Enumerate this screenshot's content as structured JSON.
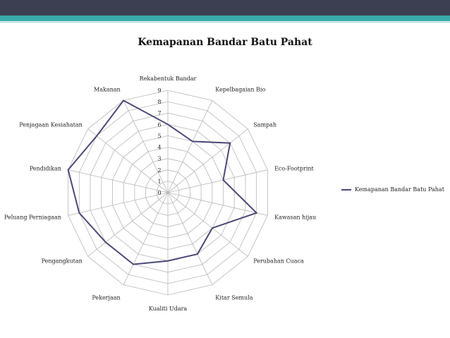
{
  "chart_data": {
    "type": "radar",
    "title": "Kemapanan Bandar Batu Pahat",
    "axes": [
      "Rekabentuk Bandar",
      "Kepelbagaian Bio",
      "Sampah",
      "Eco-Footprint",
      "Kawasan hijau",
      "Perubahan Cuaca",
      "Kitar Semula",
      "Kualiti Udara",
      "Pekerjaan",
      "Pengangkutan",
      "Peluang Perniagaan",
      "Pendidikan",
      "Penjagaan Kesiahatan",
      "Makanan"
    ],
    "ticks": [
      "0",
      "1",
      "2",
      "3",
      "4",
      "5",
      "6",
      "7",
      "8",
      "9"
    ],
    "rlim": [
      0,
      9
    ],
    "series": [
      {
        "name": "Kemapanan Bandar Batu Pahat",
        "color": "#4b4977",
        "values": [
          6,
          5,
          7,
          5,
          8,
          5,
          6,
          6,
          7,
          7,
          8,
          9,
          8,
          9
        ]
      }
    ],
    "legend_position": "right",
    "grid": true
  }
}
